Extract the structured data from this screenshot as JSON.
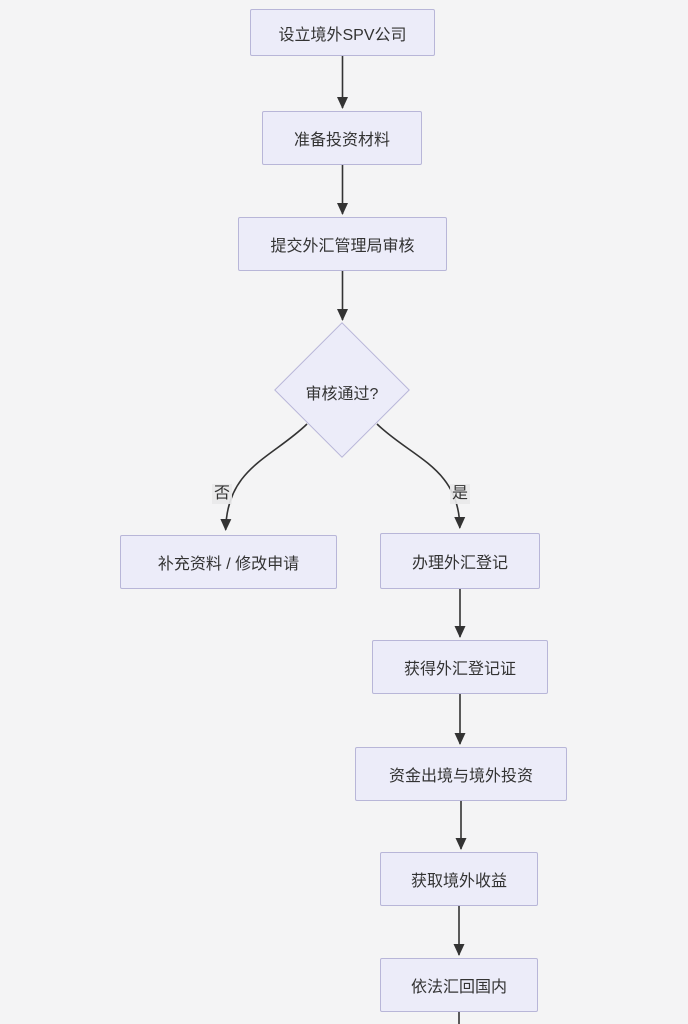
{
  "diagram": {
    "type": "flowchart",
    "colors": {
      "background": "#f4f4f5",
      "node_fill": "#ececf9",
      "node_border": "#b8b6d8",
      "text": "#333333",
      "arrow": "#333333",
      "edge_label_bg": "#e8e8e9"
    },
    "nodes": {
      "setup_spv": {
        "label": "设立境外SPV公司"
      },
      "prepare_materials": {
        "label": "准备投资材料"
      },
      "submit_review": {
        "label": "提交外汇管理局审核"
      },
      "decision": {
        "label": "审核通过?"
      },
      "supplement": {
        "label": "补充资料 / 修改申请"
      },
      "fx_registration": {
        "label": "办理外汇登记"
      },
      "fx_certificate": {
        "label": "获得外汇登记证"
      },
      "funds_outbound": {
        "label": "资金出境与境外投资"
      },
      "overseas_income": {
        "label": "获取境外收益"
      },
      "remit_home": {
        "label": "依法汇回国内"
      }
    },
    "edge_labels": {
      "no": "否",
      "yes": "是"
    }
  }
}
